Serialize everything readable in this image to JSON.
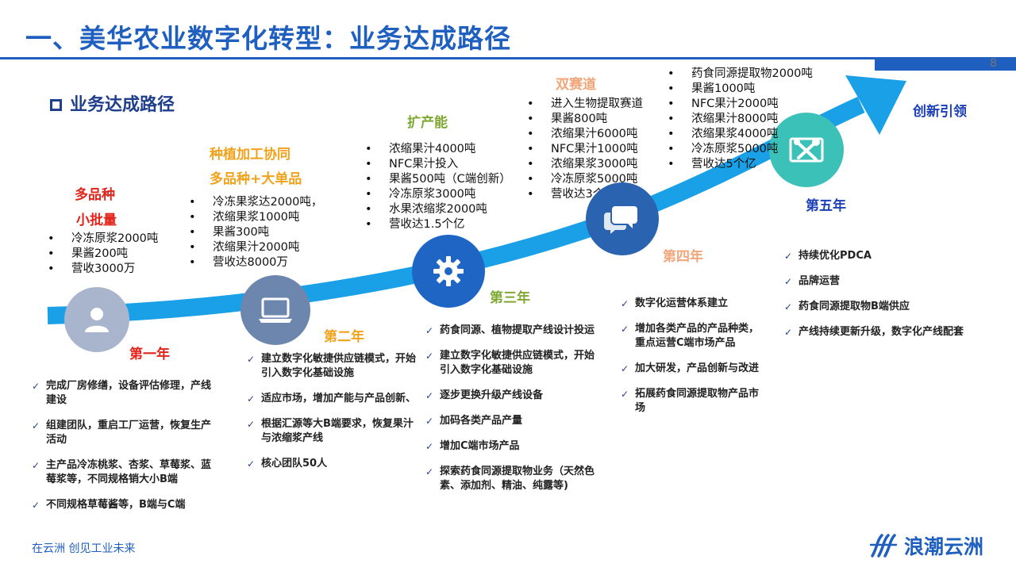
{
  "header": {
    "title": "一、美华农业数字化转型：业务达成路径",
    "page_number": "8"
  },
  "section": {
    "heading": "业务达成路径"
  },
  "stages": [
    {
      "titles": [
        "多品种",
        "小批量"
      ],
      "bullets": [
        "冷冻原浆2000吨",
        "果酱200吨",
        "营收3000万"
      ],
      "year": "第一年",
      "icon": "user-icon",
      "checks": [
        "完成厂房修缮，设备评估修理，产线建设",
        "组建团队，重启工厂运营，恢复生产活动",
        "主产品冷冻桃浆、杏浆、草莓浆、蓝莓浆等，不同规格销大小B端",
        "不同规格草莓酱等，B端与C端"
      ]
    },
    {
      "titles": [
        "种植加工协同",
        "多品种+大单品"
      ],
      "bullets": [
        "冷冻果浆达2000吨，",
        "浓缩果浆1000吨",
        "果酱300吨",
        "浓缩果汁2000吨",
        "营收达8000万"
      ],
      "year": "第二年",
      "icon": "laptop-icon",
      "checks": [
        "建立数字化敏捷供应链模式，开始引入数字化基础设施",
        "适应市场，增加产能与产品创新、",
        "根据汇源等大B端要求，恢复果汁与浓缩浆产线",
        "核心团队50人"
      ]
    },
    {
      "titles": [
        "扩产能"
      ],
      "bullets": [
        "浓缩果汁4000吨",
        "NFC果汁投入",
        "果酱500吨（C端创新）",
        "冷冻原浆3000吨",
        "水果浓缩浆2000吨",
        "营收达1.5个亿"
      ],
      "year": "第三年",
      "icon": "gear-icon",
      "checks": [
        "药食同源、植物提取产线设计投运",
        "建立数字化敏捷供应链模式，开始引入数字化基础设施",
        "逐步更换升级产线设备",
        "加码各类产品产量",
        "增加C端市场产品",
        "探索药食同源提取物业务（天然色素、添加剂、精油、纯露等)"
      ]
    },
    {
      "titles": [
        "双赛道"
      ],
      "bullets": [
        "进入生物提取赛道",
        "果酱800吨",
        "浓缩果汁6000吨",
        "NFC果汁1000吨",
        "浓缩果浆3000吨",
        "冷冻原浆5000吨",
        "营收达3个亿"
      ],
      "year": "第四年",
      "icon": "chat-icon",
      "checks": [
        "数字化运营体系建立",
        "增加各类产品的产品种类，重点运营C端市场产品",
        "加大研发，产品创新与改进",
        "拓展药食同源提取物产品市场"
      ]
    },
    {
      "titles": [],
      "bullets": [
        "药食同源提取物2000吨",
        "果酱1000吨",
        "NFC果汁2000吨",
        "浓缩果汁8000吨",
        "浓缩果浆4000吨",
        "冷冻原浆5000吨",
        "营收达5个亿"
      ],
      "year": "第五年",
      "icon": "tools-icon",
      "checks": [
        "持续优化PDCA",
        "品牌运营",
        "药食同源提取物B端供应",
        "产线持续更新升级，数字化产线配套"
      ]
    }
  ],
  "arrow_label": "创新引领",
  "footer": {
    "slogan": "在云洲   创见工业未来",
    "brand": "浪潮云洲"
  },
  "colors": {
    "title_blue": "#1f5fbf",
    "arrow_blue": "#1aa0e6",
    "red": "#e2231a",
    "orange": "#f0a21b",
    "green": "#7fa832",
    "peach": "#f3a57a",
    "circle_gray": "#a9b5cc",
    "circle_slate": "#6d86ad",
    "circle_blue": "#1f66c4",
    "circle_dark": "#2a64b0",
    "circle_teal": "#3cc1b8"
  }
}
